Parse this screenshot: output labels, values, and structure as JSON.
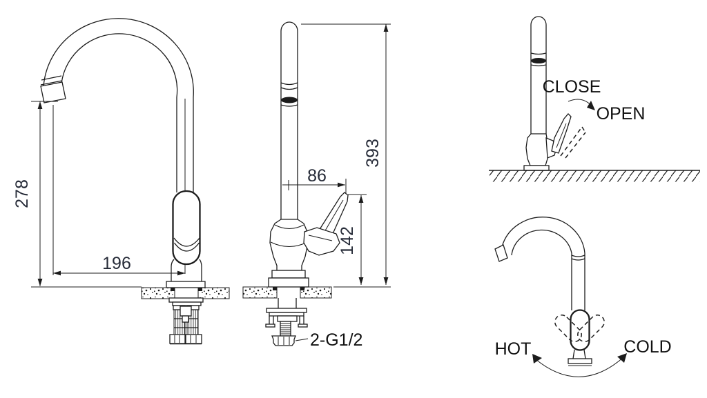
{
  "colors": {
    "background": "#ffffff",
    "line": "#1c1c1c",
    "dimension_text": "#262b38",
    "label_text": "#111111"
  },
  "drawing": {
    "side_view": {
      "dim_spout_height": "278",
      "dim_spout_reach": "196"
    },
    "front_view": {
      "dim_overall_height": "393",
      "dim_handle_reach": "86",
      "dim_handle_height": "142",
      "thread_label": "2-G1/2"
    },
    "operation_view": {
      "close_label": "CLOSE",
      "open_label": "OPEN"
    },
    "rotation_view": {
      "hot_label": "HOT",
      "cold_label": "COLD"
    }
  }
}
